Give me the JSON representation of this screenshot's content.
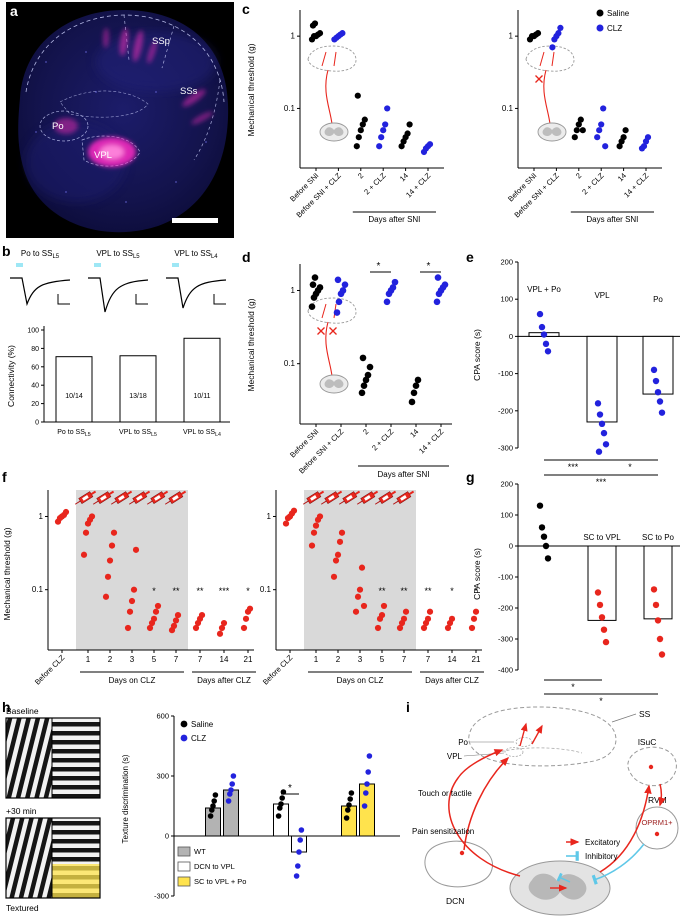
{
  "colors": {
    "black": "#000000",
    "blue": "#2222dd",
    "red": "#e8261d",
    "cyan_stim": "#9ee7f5",
    "inhib_cyan": "#5fc8e8",
    "gray_band": "#d9d9d9",
    "magenta": "#ff2bc4",
    "bar_gray": "#b3b3b3",
    "bar_white": "#ffffff",
    "bar_yellow": "#ffe34d"
  },
  "panel_letters": {
    "a": "a",
    "b": "b",
    "c": "c",
    "d": "d",
    "e": "e",
    "f": "f",
    "g": "g",
    "h": "h",
    "i": "i"
  },
  "panels": {
    "a": {
      "labels": {
        "ssp": "SSp",
        "sss": "SSs",
        "po": "Po",
        "vpl": "VPL"
      }
    },
    "h_images": {
      "baseline": "Baseline",
      "plus30": "+30 min",
      "textured": "Textured"
    },
    "i": {
      "labels": {
        "ss": "SS",
        "po": "Po",
        "vpl": "VPL",
        "lsuc": "lSuC",
        "rvm": "RVM",
        "oprm1": "OPRM1+",
        "dcn": "DCN",
        "touch": "Touch or tactile",
        "pain": "Pain sensitization"
      },
      "legend": {
        "excitatory": "Excitatory",
        "inhibitory": "Inhibitory"
      }
    }
  },
  "chart_data": {
    "b": {
      "type": "bar",
      "traces": [
        {
          "title": "Po to SS",
          "sub": "L5",
          "depth": 26
        },
        {
          "title": "VPL to SS",
          "sub": "L5",
          "depth": 34
        },
        {
          "title": "VPL to SS",
          "sub": "L4",
          "depth": 30
        }
      ],
      "ylabel": "Connectivity (%)",
      "ylim": [
        0,
        100
      ],
      "yticks": [
        0,
        20,
        40,
        60,
        80,
        100
      ],
      "categories": [
        {
          "main": "Po to SS",
          "sub": "L5"
        },
        {
          "main": "VPL to SS",
          "sub": "L5"
        },
        {
          "main": "VPL to SS",
          "sub": "L4"
        }
      ],
      "values": [
        71,
        72,
        91
      ],
      "counts": [
        "10/14",
        "13/18",
        "10/11"
      ]
    },
    "c": {
      "type": "scatter",
      "ylabel": "Mechanical threshold (g)",
      "yticks": [
        1,
        0.1
      ],
      "legend": [
        {
          "label": "Saline",
          "color": "black"
        },
        {
          "label": "CLZ",
          "color": "blue"
        }
      ],
      "categories": [
        "Before SNI",
        "Before SNI + CLZ",
        "2",
        "2 + CLZ",
        "14",
        "14 + CLZ"
      ],
      "cat_colors": [
        "black",
        "blue",
        "black",
        "blue",
        "black",
        "blue"
      ],
      "group_label": "Days after SNI",
      "left_points": [
        [
          0.9,
          1.0,
          1.0,
          1.05,
          1.1,
          1.4,
          1.5
        ],
        [
          0.9,
          0.95,
          1.0,
          1.05,
          1.1
        ],
        [
          0.03,
          0.04,
          0.05,
          0.06,
          0.07,
          0.15
        ],
        [
          0.03,
          0.04,
          0.05,
          0.06,
          0.1
        ],
        [
          0.03,
          0.035,
          0.04,
          0.045,
          0.06
        ],
        [
          0.025,
          0.028,
          0.03,
          0.032
        ]
      ],
      "right_points": [
        [
          0.9,
          1.0,
          1.0,
          1.05,
          1.1
        ],
        [
          0.7,
          0.9,
          1.0,
          1.1,
          1.3
        ],
        [
          0.04,
          0.05,
          0.06,
          0.07,
          0.05
        ],
        [
          0.04,
          0.05,
          0.06,
          0.1,
          0.03
        ],
        [
          0.03,
          0.035,
          0.04,
          0.05
        ],
        [
          0.028,
          0.03,
          0.035,
          0.04
        ]
      ]
    },
    "d": {
      "type": "scatter",
      "ylabel": "Mechanical threshold (g)",
      "yticks": [
        1,
        0.1
      ],
      "categories": [
        "Before SNI",
        "Before SNI + CLZ",
        "2",
        "2 + CLZ",
        "14",
        "14 + CLZ"
      ],
      "cat_colors": [
        "black",
        "blue",
        "black",
        "blue",
        "black",
        "blue"
      ],
      "group_label": "Days after SNI",
      "points": [
        [
          0.6,
          0.8,
          0.9,
          1.0,
          1.1,
          1.2,
          1.5
        ],
        [
          0.5,
          0.7,
          0.9,
          1.0,
          1.2,
          1.4
        ],
        [
          0.04,
          0.05,
          0.06,
          0.07,
          0.09,
          0.12
        ],
        [
          0.7,
          0.9,
          1.0,
          1.1,
          1.3
        ],
        [
          0.03,
          0.04,
          0.05,
          0.06
        ],
        [
          0.7,
          0.9,
          1.0,
          1.1,
          1.2,
          1.5
        ]
      ],
      "sig": [
        {
          "a": 2,
          "b": 3,
          "label": "*"
        },
        {
          "a": 4,
          "b": 5,
          "label": "*"
        }
      ]
    },
    "e": {
      "type": "bar",
      "ylabel": "CPA score (s)",
      "ylim": [
        -300,
        200
      ],
      "yticks": [
        200,
        100,
        0,
        -100,
        -200,
        -300
      ],
      "categories": [
        "VPL + Po",
        "VPL",
        "Po"
      ],
      "values": [
        10,
        -230,
        -155
      ],
      "points": [
        [
          60,
          25,
          5,
          -20,
          -40
        ],
        [
          -180,
          -210,
          -235,
          -260,
          -290,
          -310
        ],
        [
          -90,
          -120,
          -150,
          -175,
          -205
        ]
      ],
      "point_color": "blue",
      "sig": [
        {
          "a": 0,
          "b": 1,
          "label": "***",
          "row": 0
        },
        {
          "a": 1,
          "b": 2,
          "label": "*",
          "row": 0
        },
        {
          "a": 0,
          "b": 2,
          "label": "***",
          "row": 1
        }
      ]
    },
    "f": {
      "type": "scatter",
      "ylabel": "Mechanical threshold (g)",
      "yticks": [
        1,
        0.1
      ],
      "categories": [
        "Before CLZ",
        "1",
        "2",
        "3",
        "5",
        "7",
        "7",
        "14",
        "21"
      ],
      "group_labels": [
        "Days on CLZ",
        "Days after CLZ"
      ],
      "point_color": "red",
      "left_points": [
        [
          0.85,
          0.95,
          1.0,
          1.05,
          1.15
        ],
        [
          0.3,
          0.6,
          0.8,
          0.9,
          1.0
        ],
        [
          0.08,
          0.15,
          0.25,
          0.4,
          0.6
        ],
        [
          0.03,
          0.05,
          0.07,
          0.1,
          0.35
        ],
        [
          0.03,
          0.035,
          0.04,
          0.05,
          0.06
        ],
        [
          0.028,
          0.032,
          0.038,
          0.045
        ],
        [
          0.03,
          0.035,
          0.04,
          0.045
        ],
        [
          0.025,
          0.03,
          0.035
        ],
        [
          0.03,
          0.04,
          0.05,
          0.055
        ]
      ],
      "left_sig": [
        "*",
        "**",
        "**",
        "***",
        "*"
      ],
      "right_points": [
        [
          0.8,
          0.95,
          1.0,
          1.1,
          1.2
        ],
        [
          0.4,
          0.6,
          0.75,
          0.9,
          1.0
        ],
        [
          0.15,
          0.25,
          0.3,
          0.45,
          0.6
        ],
        [
          0.05,
          0.08,
          0.1,
          0.2,
          0.06
        ],
        [
          0.03,
          0.04,
          0.045,
          0.06
        ],
        [
          0.03,
          0.035,
          0.04,
          0.05
        ],
        [
          0.03,
          0.035,
          0.04,
          0.05
        ],
        [
          0.03,
          0.035,
          0.04
        ],
        [
          0.03,
          0.04,
          0.05
        ]
      ],
      "right_sig": [
        "**",
        "**",
        "**",
        "*",
        "*"
      ]
    },
    "g": {
      "type": "bar",
      "ylabel": "CPA score (s)",
      "ylim": [
        -400,
        200
      ],
      "yticks": [
        200,
        100,
        0,
        -100,
        -200,
        -300,
        -400
      ],
      "categories": [
        "",
        "SC to VPL",
        "SC to Po"
      ],
      "values": [
        null,
        -240,
        -235
      ],
      "points": [
        [
          130,
          60,
          30,
          0,
          -40
        ],
        [
          -150,
          -190,
          -230,
          -270,
          -310
        ],
        [
          -140,
          -190,
          -240,
          -300,
          -350
        ]
      ],
      "point_colors": [
        "black",
        "red",
        "red"
      ],
      "sig": [
        {
          "a": 0,
          "b": 1,
          "label": "*"
        },
        {
          "a": 0,
          "b": 2,
          "label": "*"
        }
      ]
    },
    "h": {
      "type": "bar",
      "ylabel": "Texture discrimination (s)",
      "ylim": [
        -300,
        600
      ],
      "yticks": [
        600,
        300,
        0,
        -300
      ],
      "dot_legend": [
        {
          "label": "Saline",
          "color": "black"
        },
        {
          "label": "CLZ",
          "color": "blue"
        }
      ],
      "fill_legend": [
        {
          "label": "WT",
          "fill": "#b3b3b3"
        },
        {
          "label": "DCN to VPL",
          "fill": "#ffffff"
        },
        {
          "label": "SC to VPL + Po",
          "fill": "#ffe34d"
        }
      ],
      "groups": [
        {
          "name": "WT",
          "fill": "#b3b3b3",
          "saline_bar": 140,
          "clz_bar": 230,
          "saline_dots": [
            100,
            130,
            150,
            175,
            205
          ],
          "clz_dots": [
            175,
            210,
            230,
            260,
            300
          ],
          "sig": ""
        },
        {
          "name": "DCN to VPL",
          "fill": "#ffffff",
          "saline_bar": 160,
          "clz_bar": -80,
          "saline_dots": [
            100,
            140,
            160,
            190,
            220
          ],
          "clz_dots": [
            -200,
            -150,
            -80,
            -20,
            30
          ],
          "sig": "*"
        },
        {
          "name": "SC to VPL + Po",
          "fill": "#ffe34d",
          "saline_bar": 150,
          "clz_bar": 260,
          "saline_dots": [
            90,
            130,
            155,
            185,
            215
          ],
          "clz_dots": [
            150,
            215,
            260,
            320,
            400
          ],
          "sig": ""
        }
      ]
    }
  }
}
